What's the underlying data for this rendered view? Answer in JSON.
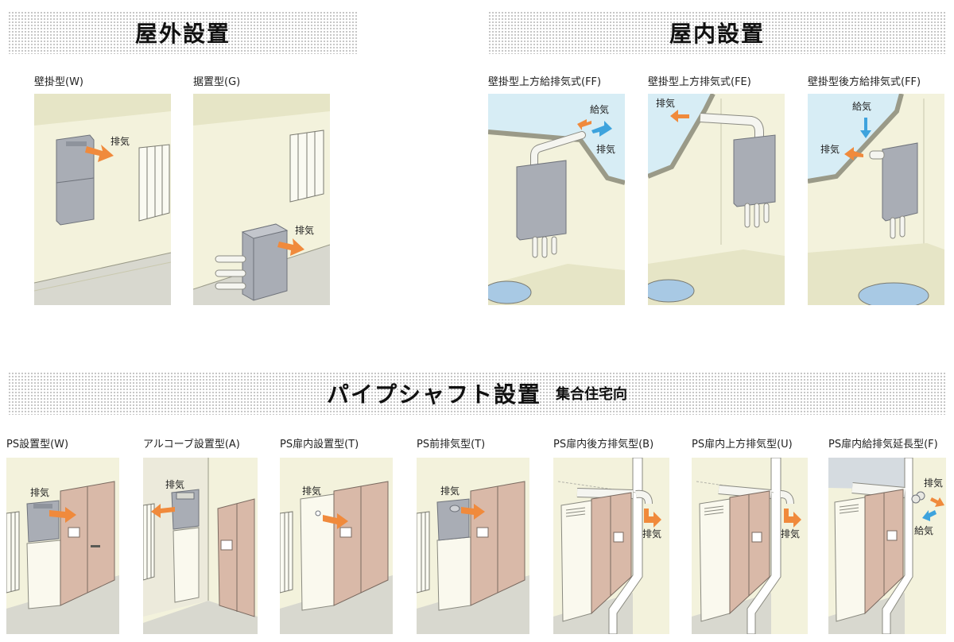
{
  "sections": {
    "outdoor": "屋外設置",
    "indoor": "屋内設置",
    "pipeshaft": "パイプシャフト設置",
    "pipeshaft_sub": "集合住宅向"
  },
  "arrow_labels": {
    "exhaust": "排気",
    "intake": "給気"
  },
  "outdoor_units": [
    {
      "caption": "壁掛型(W)"
    },
    {
      "caption": "据置型(G)"
    }
  ],
  "indoor_units": [
    {
      "caption": "壁掛型上方給排気式(FF)"
    },
    {
      "caption": "壁掛型上方排気式(FE)"
    },
    {
      "caption": "壁掛型後方給排気式(FF)"
    }
  ],
  "ps_units": [
    {
      "caption": "PS設置型(W)"
    },
    {
      "caption": "アルコーブ設置型(A)"
    },
    {
      "caption": "PS扉内設置型(T)"
    },
    {
      "caption": "PS前排気型(T)"
    },
    {
      "caption": "PS扉内後方排気型(B)"
    },
    {
      "caption": "PS扉内上方排気型(U)"
    },
    {
      "caption": "PS扉内給排気延長型(F)"
    }
  ],
  "colors": {
    "wall": "#f3f2dc",
    "wall_shade": "#e6e5c6",
    "floor": "#d8d8cf",
    "heater": "#a9adb5",
    "heater_dark": "#8e939c",
    "door_pink": "#d9b9a8",
    "exhaust_arrow": "#f08a3c",
    "intake_arrow": "#3ea3dd",
    "sky": "#d7edf5",
    "basin": "#a8c9e4"
  }
}
